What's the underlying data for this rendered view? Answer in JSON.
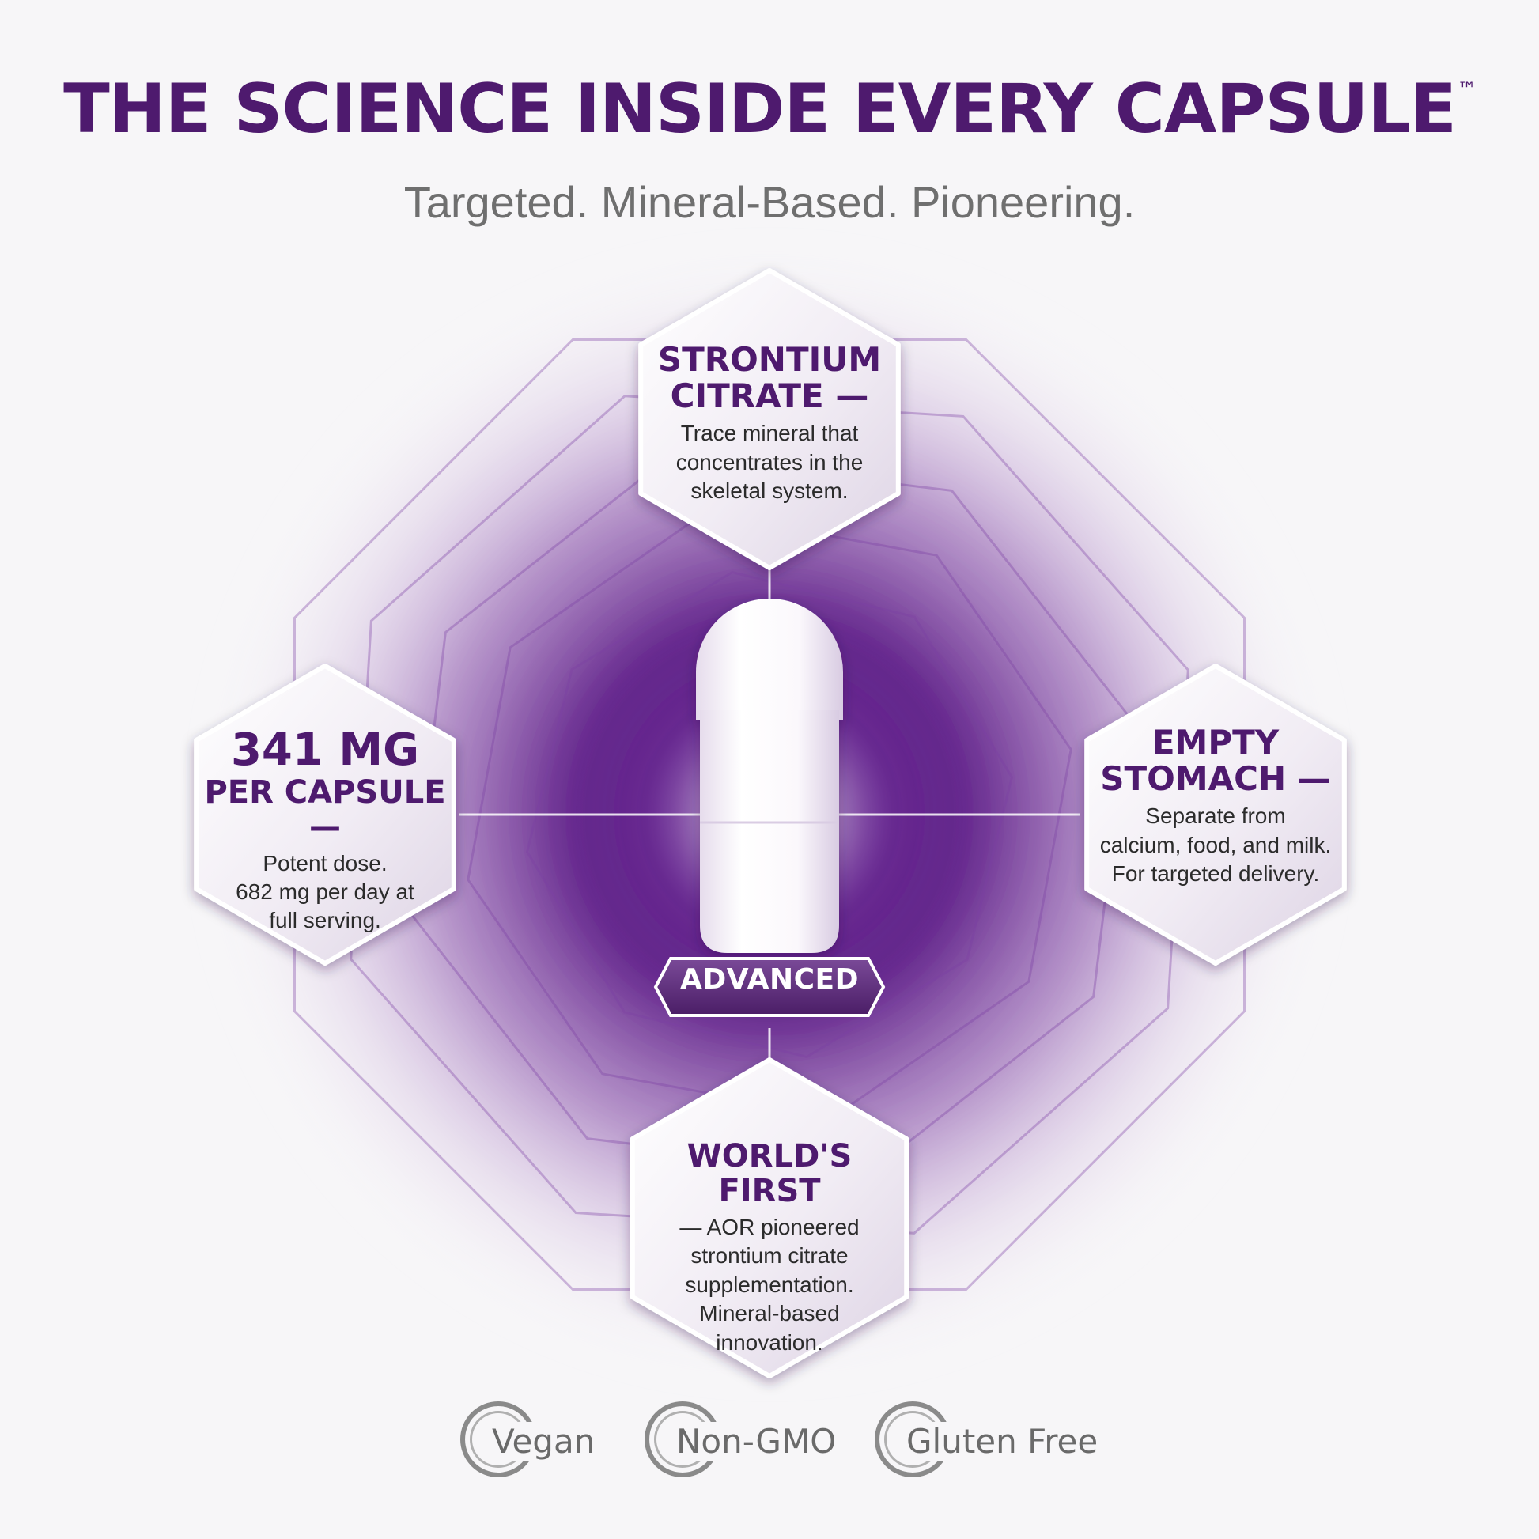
{
  "header": {
    "title": "THE SCIENCE INSIDE EVERY CAPSULE",
    "trademark": "™",
    "subtitle": "Targeted. Mineral-Based. Pioneering."
  },
  "capsule": {
    "badge": "ADVANCED"
  },
  "features": {
    "top": {
      "title_line1": "STRONTIUM",
      "title_line2": "CITRATE —",
      "body_line1": "Trace mineral that",
      "body_line2": "concentrates in the",
      "body_line3": "skeletal system."
    },
    "left": {
      "title_line1": "341 MG",
      "title_line2": "PER CAPSULE —",
      "body_line1": "Potent dose.",
      "body_line2": "682 mg per day at",
      "body_line3": "full serving."
    },
    "right": {
      "title_line1": "EMPTY",
      "title_line2": "STOMACH —",
      "body_line1": "Separate from",
      "body_line2": "calcium, food, and milk.",
      "body_line3": "For targeted delivery."
    },
    "bottom": {
      "title_line1": "WORLD'S FIRST",
      "body_line1": "— AOR pioneered",
      "body_line2": "strontium citrate",
      "body_line3": "supplementation.",
      "body_line4": "Mineral-based",
      "body_line5": "innovation."
    }
  },
  "certifications": [
    "Vegan",
    "Non-GMO",
    "Gluten Free"
  ],
  "colors": {
    "accent_purple": "#4e1a6e",
    "glow_purple": "#6a2a9a",
    "subtitle_gray": "#6f6f6f",
    "badge_fill": "#5a2a78"
  }
}
